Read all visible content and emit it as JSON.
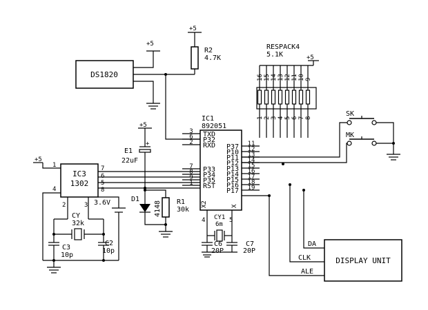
{
  "diagram": {
    "components": {
      "ds1820": "DS1820",
      "r2": {
        "ref": "R2",
        "value": "4.7K"
      },
      "respack": {
        "ref": "RESPACK4",
        "value": "5.1K"
      },
      "ic1": {
        "ref": "IC1",
        "part": "892051"
      },
      "ic3": {
        "ref": "IC3",
        "part": "1302"
      },
      "e1": {
        "ref": "E1",
        "value": "22uF",
        "polarity": "+"
      },
      "d1": {
        "ref": "D1",
        "value": "4148"
      },
      "r1": {
        "ref": "R1",
        "value": "30k"
      },
      "battery": {
        "value": "3.6V"
      },
      "cy": {
        "ref": "CY",
        "value": "32k"
      },
      "c3": {
        "ref": "C3",
        "value": "10p"
      },
      "c2": {
        "ref": "C2",
        "value": "10p"
      },
      "cy1": {
        "ref": "CY1",
        "value": "6m"
      },
      "c6": {
        "ref": "C6",
        "value": "20P"
      },
      "c7": {
        "ref": "C7",
        "value": "20P"
      },
      "sk": "SK",
      "mk": "MK",
      "display": "DISPLAY UNIT"
    },
    "supply": "+5",
    "respack_pins": [
      "16",
      "15",
      "14",
      "13",
      "12",
      "11",
      "10",
      "9"
    ],
    "respack_bottom_pins": [
      "1",
      "2",
      "3",
      "4",
      "5",
      "6",
      "7",
      "8"
    ],
    "ic1_pins_left": [
      {
        "num": "3",
        "name": "TXD"
      },
      {
        "num": "6",
        "name": "P32"
      },
      {
        "num": "2",
        "name": "RXD"
      },
      {
        "num": "7",
        "name": "P33"
      },
      {
        "num": "8",
        "name": "P34"
      },
      {
        "num": "9",
        "name": "P35"
      },
      {
        "num": "1",
        "name": "RST"
      }
    ],
    "ic1_pins_right": [
      {
        "num": "11",
        "name": "P37"
      },
      {
        "num": "12",
        "name": "P10"
      },
      {
        "num": "13",
        "name": "P11"
      },
      {
        "num": "14",
        "name": "P12"
      },
      {
        "num": "15",
        "name": "P13"
      },
      {
        "num": "16",
        "name": "P14"
      },
      {
        "num": "17",
        "name": "P15"
      },
      {
        "num": "18",
        "name": "P16"
      },
      {
        "num": "19",
        "name": "P17"
      }
    ],
    "ic1_bottom": {
      "x2": "X2",
      "x": "X",
      "pin4": "4",
      "pin5": "5"
    },
    "ic3_pins": {
      "p1": "1",
      "p7": "7",
      "p6": "6",
      "p5": "5",
      "p8": "8",
      "p4": "4",
      "p2": "2",
      "p3": "3"
    },
    "display_signals": [
      "DA",
      "CLK",
      "ALE"
    ]
  }
}
